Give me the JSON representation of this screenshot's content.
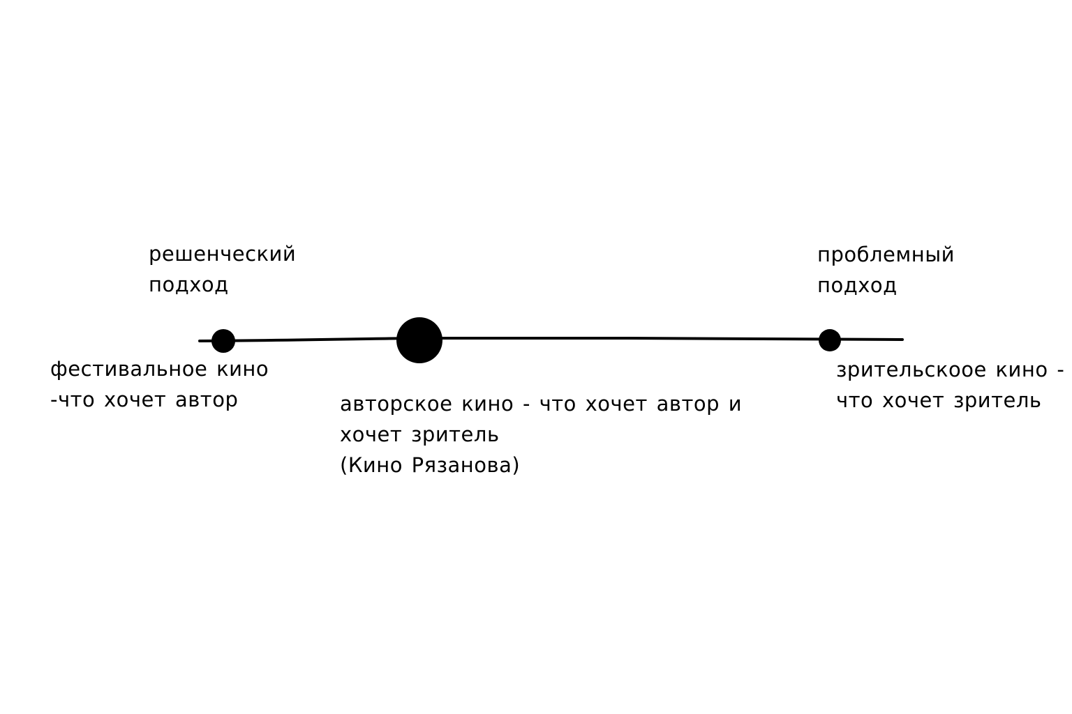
{
  "diagram": {
    "axis": {
      "left_end": {
        "approach_lines": [
          "решенческий",
          "подход"
        ],
        "cinema_lines": [
          "фестивальное кино",
          "-что хочет автор"
        ]
      },
      "center": {
        "cinema_lines": [
          "авторское кино - что хочет автор и",
          "хочет зритель",
          "(Кино Рязанова)"
        ]
      },
      "right_end": {
        "approach_lines": [
          "проблемный",
          "подход"
        ],
        "cinema_lines": [
          "зрительскоое кино -",
          "что хочет зритель"
        ]
      }
    },
    "colors": {
      "ink": "#000000",
      "background": "#ffffff"
    }
  }
}
